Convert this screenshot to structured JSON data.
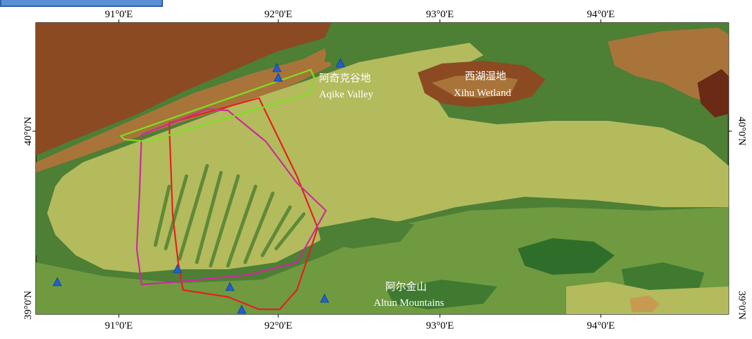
{
  "map": {
    "longitude_ticks": [
      "91°0'E",
      "92°0'E",
      "93°0'E",
      "94°0'E"
    ],
    "latitude_ticks": [
      "40°0'N",
      "39°0'N"
    ],
    "labels": {
      "aqike_cn": "阿奇克谷地",
      "aqike_en": "Aqike Valley",
      "xihu_cn": "西湖湿地",
      "xihu_en": "Xihu Wetland",
      "altun_cn": "阿尔金山",
      "altun_en": "Altun Mountains"
    },
    "colors": {
      "dark_green": "#2f6e2a",
      "mid_green": "#4d7f35",
      "olive_green": "#6f9a40",
      "light_olive": "#b3bb5d",
      "brown_dark": "#8b4a22",
      "brown_mid": "#a8743a",
      "tan": "#c79a52",
      "boundary_red": "#e32020",
      "boundary_magenta": "#cc2a9a",
      "boundary_green": "#7fe020",
      "station_blue": "#1f5fd6"
    },
    "station_icon": "triangle-marker-icon"
  }
}
